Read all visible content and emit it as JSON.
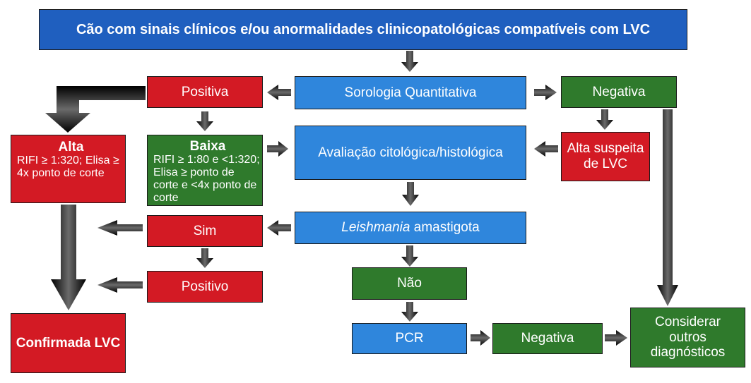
{
  "title": "Cão com sinais clínicos e/ou anormalidades clinicopatológicas compatíveis com LVC",
  "nodes": {
    "sorologia": "Sorologia Quantitativa",
    "positiva": "Positiva",
    "negativa_top": "Negativa",
    "alta_title": "Alta",
    "alta_detail": "RIFI ≥ 1:320; Elisa ≥ 4x ponto de corte",
    "baixa_title": "Baixa",
    "baixa_detail": "RIFI ≥ 1:80 e <1:320; Elisa ≥ ponto de corte e <4x ponto de corte",
    "avaliacao": "Avaliação citológica/histológica",
    "alta_suspeita": "Alta suspeita de LVC",
    "leishmania_italic": "Leishmania",
    "leishmania_rest": " amastigota",
    "sim": "Sim",
    "positivo": "Positivo",
    "nao": "Não",
    "pcr": "PCR",
    "negativa_bottom": "Negativa",
    "confirmada": "Confirmada LVC",
    "considerar": "Considerar outros diagnósticos"
  },
  "colors": {
    "title_blue": "#1f5fbf",
    "light_blue": "#2f86dc",
    "red": "#d31a24",
    "green": "#2f7a2c",
    "arrow": "#111111"
  }
}
